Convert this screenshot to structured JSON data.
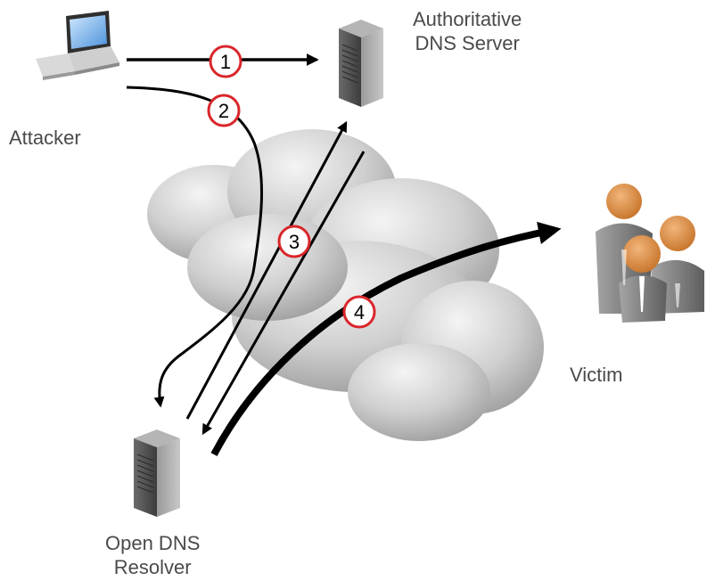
{
  "labels": {
    "attacker": "Attacker",
    "auth_server_line1": "Authoritative",
    "auth_server_line2": "DNS Server",
    "victim": "Victim",
    "resolver_line1": "Open DNS",
    "resolver_line2": "Resolver"
  },
  "steps": [
    "1",
    "2",
    "3",
    "4"
  ],
  "colors": {
    "step_circle": "#d9262b",
    "arrow": "#000000",
    "label_text": "#4a4a4a",
    "cloud": "#c7c7c7",
    "victim_head": "#e39a55",
    "victim_body": "#8c8c8c"
  },
  "icons": {
    "attacker": "laptop-icon",
    "auth_server": "server-icon",
    "resolver": "server-icon",
    "victim": "people-group-icon",
    "network": "cloud-icon"
  }
}
